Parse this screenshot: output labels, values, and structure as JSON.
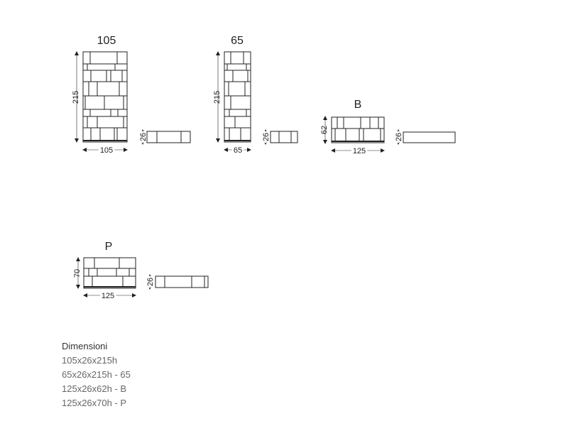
{
  "models": [
    {
      "id": "105",
      "title": "105",
      "height_label": "215",
      "width_label": "105",
      "depth_label": "26"
    },
    {
      "id": "65",
      "title": "65",
      "height_label": "215",
      "width_label": "65",
      "depth_label": "26"
    },
    {
      "id": "B",
      "title": "B",
      "height_label": "62",
      "width_label": "125",
      "depth_label": "26"
    },
    {
      "id": "P",
      "title": "P",
      "height_label": "70",
      "width_label": "125",
      "depth_label": "26"
    }
  ],
  "dimensions": {
    "heading": "Dimensioni",
    "rows": [
      "105x26x215h",
      "65x26x215h - 65",
      "125x26x62h - B",
      "125x26x70h - P"
    ]
  }
}
